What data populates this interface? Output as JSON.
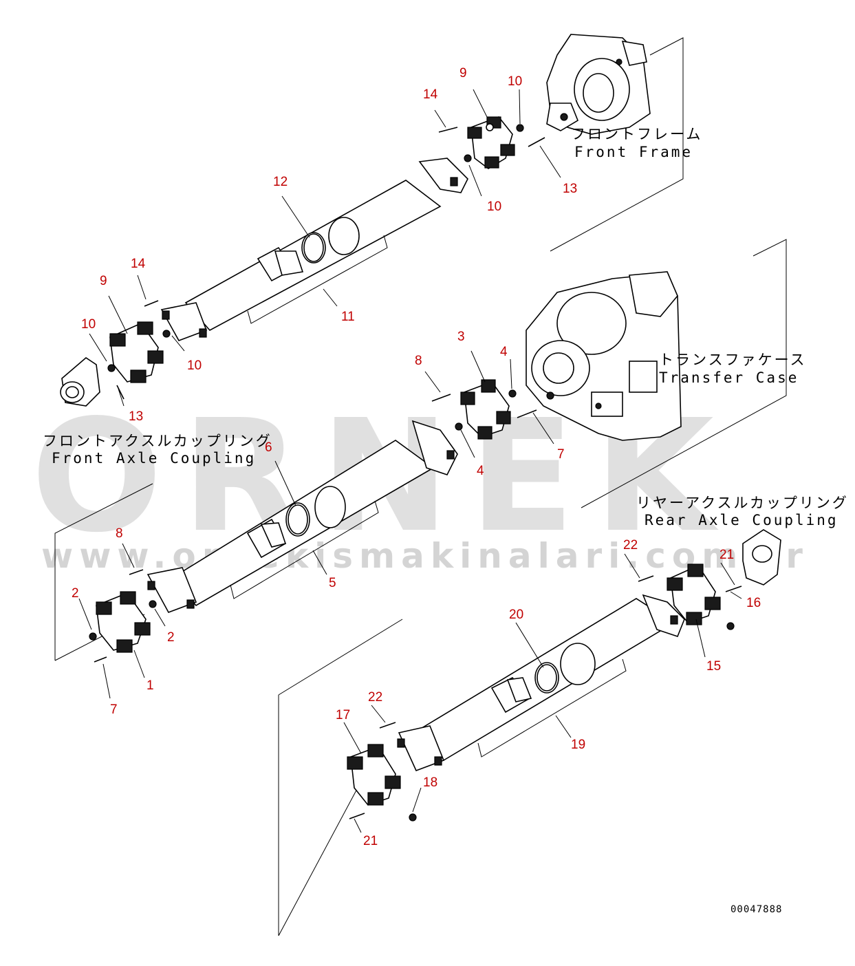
{
  "watermark": {
    "brand": "ORNEK",
    "url": "www.ornekismakinalari.com.tr"
  },
  "locations": {
    "front_frame_jp": "フロントフレーム",
    "front_frame_en": "Front Frame",
    "transfer_case_jp": "トランスファケース",
    "transfer_case_en": "Transfer Case",
    "front_axle_jp": "フロントアクスルカップリング",
    "front_axle_en": "Front Axle Coupling",
    "rear_axle_jp": "リヤーアクスルカップリング",
    "rear_axle_en": "Rear Axle Coupling"
  },
  "drawing_code": "00047888",
  "callouts": [
    "9",
    "10",
    "14",
    "10",
    "13",
    "12",
    "11",
    "14",
    "9",
    "10",
    "10",
    "13",
    "3",
    "8",
    "4",
    "4",
    "7",
    "6",
    "5",
    "8",
    "2",
    "2",
    "1",
    "7",
    "22",
    "21",
    "16",
    "15",
    "20",
    "19",
    "22",
    "17",
    "18",
    "21"
  ],
  "colors": {
    "callout": "#c00000",
    "line": "#000000",
    "watermark": "#c8c8c8"
  }
}
